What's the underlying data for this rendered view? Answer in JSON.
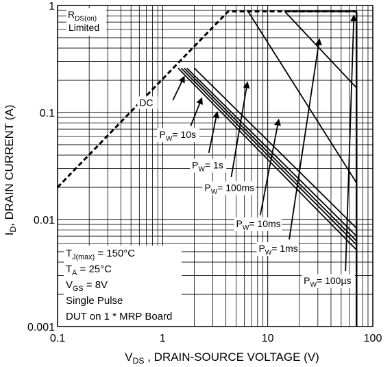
{
  "chart_data": {
    "type": "line",
    "x_scale": "log",
    "y_scale": "log",
    "xlim": [
      0.1,
      100
    ],
    "ylim": [
      0.001,
      1
    ],
    "grid": true,
    "xlabel": {
      "main": "V",
      "sub": "DS",
      "rest": " , DRAIN-SOURCE VOLTAGE (V)"
    },
    "ylabel": {
      "main": "I",
      "sub": "D",
      "rest": ", DRAIN CURRENT (A)"
    },
    "x_ticks": [
      {
        "value": 0.1,
        "label": "0.1"
      },
      {
        "value": 1,
        "label": "1"
      },
      {
        "value": 10,
        "label": "10"
      },
      {
        "value": 100,
        "label": "100"
      }
    ],
    "y_ticks": [
      {
        "value": 1,
        "label": "1"
      },
      {
        "value": 0.1,
        "label": "0.1"
      },
      {
        "value": 0.01,
        "label": "0.01"
      },
      {
        "value": 0.001,
        "label": "0.001"
      }
    ],
    "rds_limit": {
      "line1_main": "R",
      "line1_sub": "DS(on)",
      "line2": "Limited",
      "points": [
        [
          0.1,
          0.02
        ],
        [
          4.2,
          0.88
        ],
        [
          70,
          0.88
        ]
      ],
      "label_at": [
        0.09,
        0.92
      ]
    },
    "max_voltage_line": {
      "x": 70,
      "y_range": [
        0.001,
        0.88
      ]
    },
    "series": [
      {
        "name": "DC",
        "label": {
          "text": "DC",
          "at": [
            0.6,
            0.115
          ]
        },
        "points": [
          [
            1.4,
            0.26
          ],
          [
            70,
            0.0052
          ]
        ],
        "arrow_from": [
          1.25,
          0.13
        ],
        "arrow_to": [
          1.6,
          0.215
        ]
      },
      {
        "name": "P_W = 10s",
        "label": {
          "main": "P",
          "sub": "W",
          "rest": "= 10s",
          "at": [
            0.93,
            0.058
          ]
        },
        "points": [
          [
            1.5,
            0.26
          ],
          [
            70,
            0.0058
          ]
        ],
        "arrow_from": [
          1.85,
          0.075
        ],
        "arrow_to": [
          2.35,
          0.135
        ]
      },
      {
        "name": "P_W = 1s",
        "label": {
          "main": "P",
          "sub": "W",
          "rest": "= 1s",
          "at": [
            1.9,
            0.03
          ]
        },
        "points": [
          [
            1.6,
            0.26
          ],
          [
            70,
            0.0063
          ]
        ],
        "arrow_from": [
          2.75,
          0.042
        ],
        "arrow_to": [
          3.3,
          0.1
        ]
      },
      {
        "name": "P_W = 100ms",
        "label": {
          "main": "P",
          "sub": "W",
          "rest": "= 100ms",
          "at": [
            2.5,
            0.0185
          ]
        },
        "points": [
          [
            1.7,
            0.26
          ],
          [
            70,
            0.007
          ]
        ],
        "arrow_from": [
          4.5,
          0.025
        ],
        "arrow_to": [
          6.4,
          0.19
        ]
      },
      {
        "name": "P_W = 10ms",
        "label": {
          "main": "P",
          "sub": "W",
          "rest": "= 10ms",
          "at": [
            5.0,
            0.0085
          ]
        },
        "points": [
          [
            2.0,
            0.26
          ],
          [
            70,
            0.0083
          ]
        ],
        "arrow_from": [
          8.5,
          0.011
        ],
        "arrow_to": [
          12.7,
          0.085
        ]
      },
      {
        "name": "P_W = 1ms",
        "label": {
          "main": "P",
          "sub": "W",
          "rest": "= 1ms",
          "at": [
            8.2,
            0.005
          ]
        },
        "points": [
          [
            6.5,
            0.88
          ],
          [
            70,
            0.022
          ]
        ],
        "arrow_from": [
          16,
          0.0065
        ],
        "arrow_to": [
          31,
          0.48
        ]
      },
      {
        "name": "P_W = 100µs",
        "label": {
          "main": "P",
          "sub": "W",
          "rest": "= 100µs",
          "at": [
            22,
            0.0025
          ]
        },
        "points": [
          [
            14.5,
            0.88
          ],
          [
            70,
            0.17
          ]
        ],
        "arrow_from": [
          55,
          0.0033
        ],
        "arrow_to": [
          66,
          0.8
        ]
      }
    ],
    "conditions": [
      {
        "main": "T",
        "sub": "J(max)",
        "rest": " = 150°C"
      },
      {
        "main": "T",
        "sub": "A",
        "rest": " = 25°C"
      },
      {
        "main": "V",
        "sub": "GS",
        "rest": " = 8V"
      },
      {
        "main": "Single Pulse",
        "sub": "",
        "rest": ""
      },
      {
        "main": "DUT on 1 * MRP Board",
        "sub": "",
        "rest": ""
      }
    ]
  }
}
